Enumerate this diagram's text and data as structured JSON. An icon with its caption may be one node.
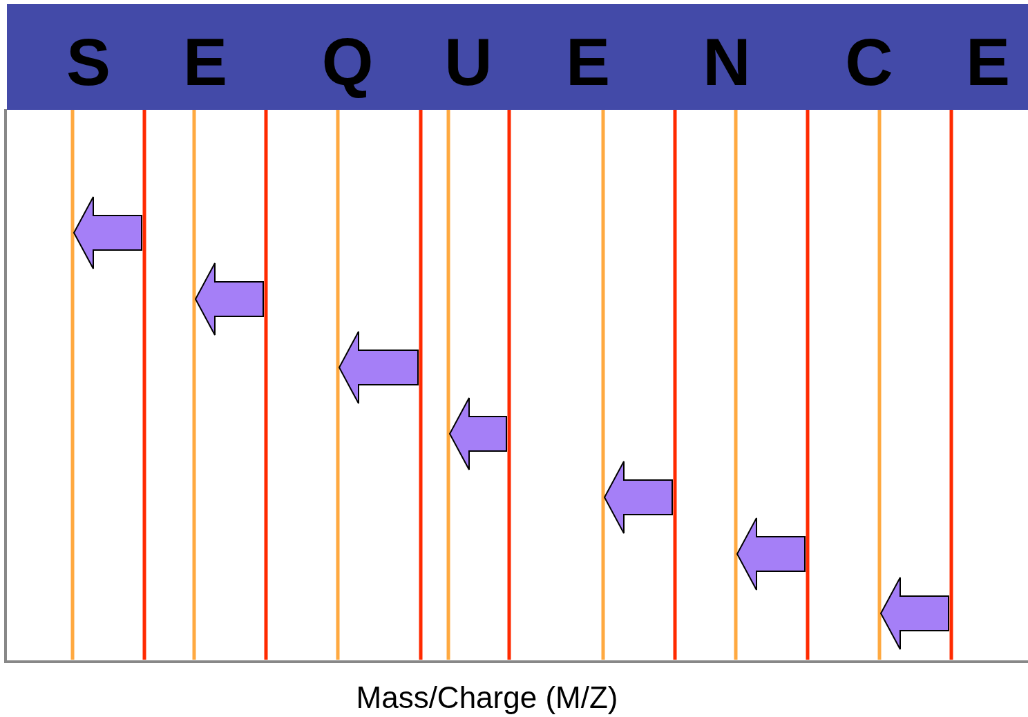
{
  "diagram": {
    "labels": [
      "S",
      "E",
      "Q",
      "U",
      "E",
      "N",
      "C",
      "E",
      "Mass/Charge (M/Z)"
    ]
  }
}
